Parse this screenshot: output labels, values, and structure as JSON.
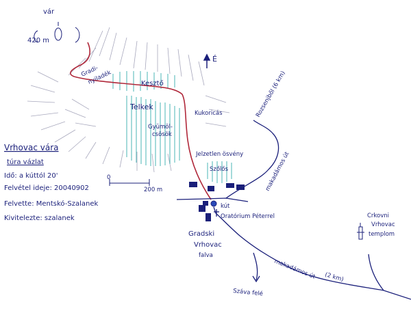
{
  "map": {
    "castle": {
      "label": "vár",
      "elevation": "420 m"
    },
    "north_label": "É",
    "ridge_label": {
      "line1": "Gradi-",
      "line2": "nyiladék"
    },
    "areas": {
      "keszeto": "Kesztő",
      "telkek": "Telkek",
      "gyumolcsosok": {
        "line1": "Gyümöl-",
        "line2": "csösök"
      },
      "kukoricas": "Kukoricás",
      "jelzetlen": "Jelzetlen ösvény",
      "szolos": "Szőlős"
    },
    "roads": {
      "to_rozsenj": "Rozsenjből (6 km)",
      "makadam_upper": "makadámos út",
      "makadam_lower": "makadámos út",
      "distance_lower": "(2 km)",
      "to_szava": "Száva felé"
    },
    "points": {
      "well": "kút",
      "chapel": "Oratórium Péterrel",
      "village": {
        "line1": "Gradski",
        "line2": "Vrhovac",
        "line3": "falva"
      },
      "church": {
        "line1": "Crkovni",
        "line2": "Vrhovac",
        "line3": "templom"
      }
    },
    "info": {
      "title_line1": "Vrhovac vára",
      "title_line2": "túra vázlat",
      "ido": "Idő: a kúttól 20'",
      "felvetel_ideje": "Felvétel ideje: 20040902",
      "felvette": "Felvette: Mentskó-Szalanek",
      "kivitelezte": "Kivitelezte: szalanek",
      "scale_zero": "0",
      "scale_label": "200 m"
    },
    "colors": {
      "ink": "#1a1f7a",
      "trail": "#b0283a",
      "vegetation": "#2aa8a8",
      "hatching": "#8a8aa6"
    }
  }
}
